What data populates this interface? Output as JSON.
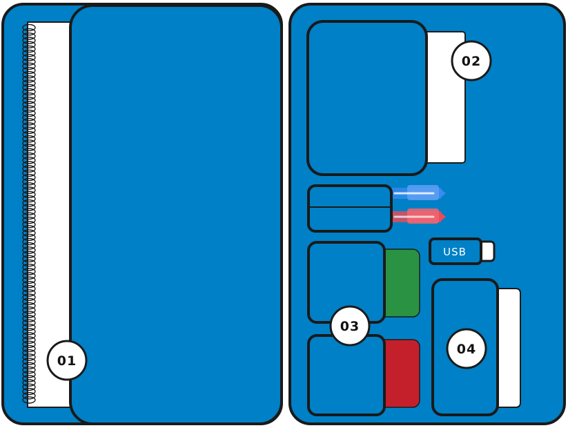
{
  "colors": {
    "case_blue": "#0080C6",
    "outline": "#1A1A1A",
    "paper": "#FFFFFF",
    "green_card": "#2A9343",
    "red_card": "#C4202C",
    "pen_blue": "#3B8BF0",
    "pen_red": "#F04A54"
  },
  "badges": {
    "notebook": "01",
    "document": "02",
    "cards": "03",
    "phone": "04"
  },
  "usb_label": "USB",
  "icons": [
    "spiral-binding-icon",
    "pen-icon",
    "usb-drive-icon"
  ]
}
